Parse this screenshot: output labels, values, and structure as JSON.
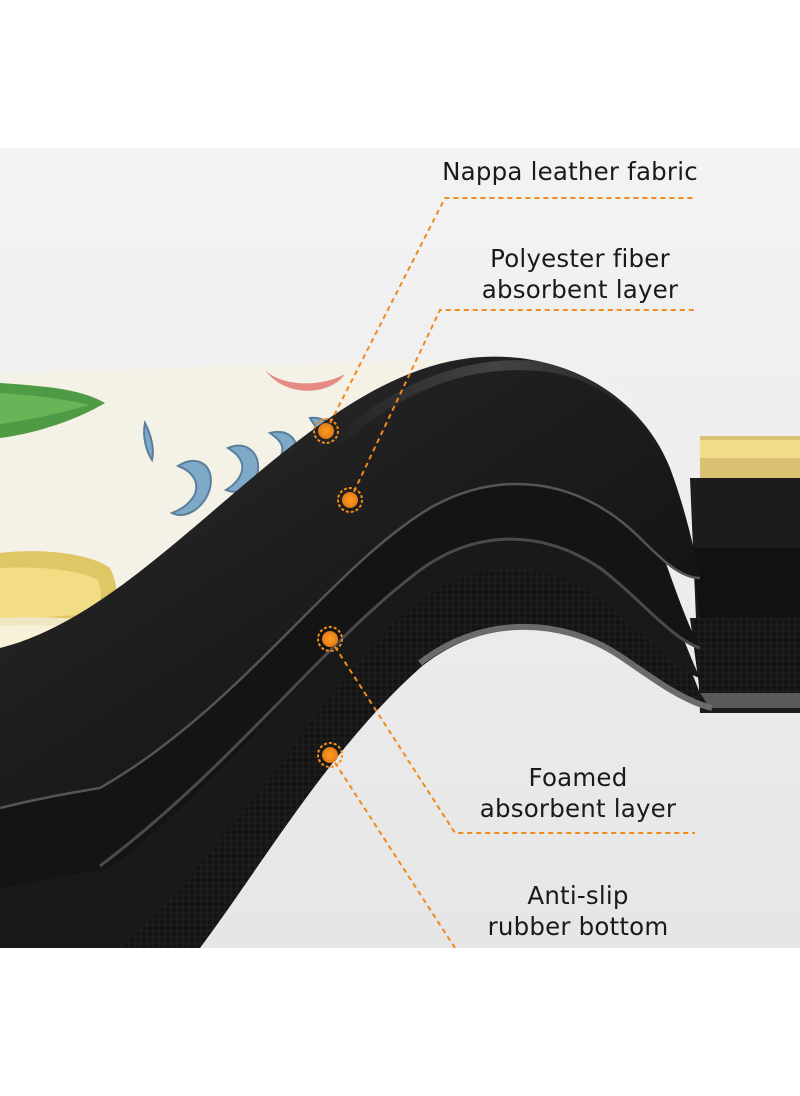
{
  "labels": {
    "layer_1": "Nappa leather fabric",
    "layer_2_line1": "Polyester fiber",
    "layer_2_line2": "absorbent layer",
    "layer_3_line1": "Foamed",
    "layer_3_line2": "absorbent layer",
    "layer_4_line1": "Anti-slip",
    "layer_4_line2": "rubber bottom"
  },
  "colors": {
    "accent": "#f08a1c",
    "mat": "#151515",
    "background": "#ebebeb"
  }
}
